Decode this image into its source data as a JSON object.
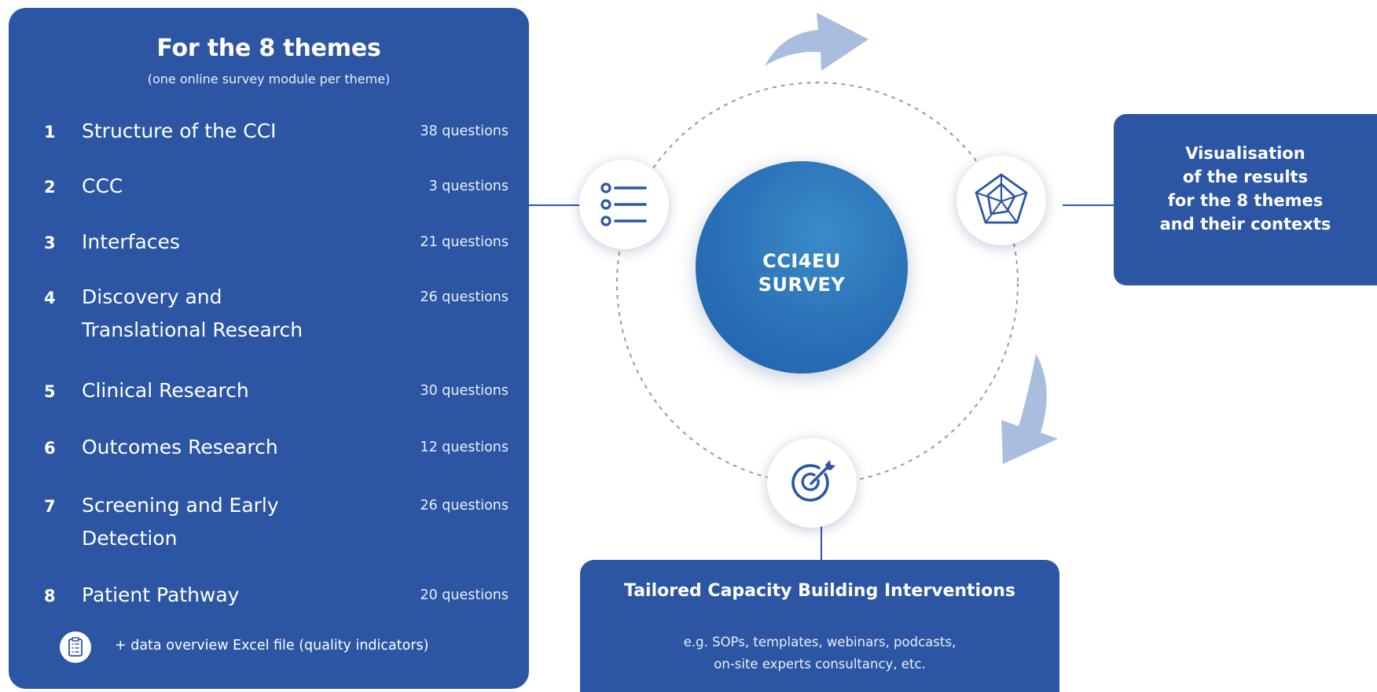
{
  "themes_panel": {
    "title": "For the 8 themes",
    "subtitle": "(one online survey module per theme)",
    "items": [
      {
        "number": "1",
        "label": "Structure of the CCI",
        "count": "38 questions"
      },
      {
        "number": "2",
        "label": "CCC",
        "count": "3 questions"
      },
      {
        "number": "3",
        "label": "Interfaces",
        "count": "21 questions"
      },
      {
        "number": "4",
        "label_line1": "Discovery and",
        "label_line2": "Translational Research",
        "count": "26 questions"
      },
      {
        "number": "5",
        "label": "Clinical Research",
        "count": "30 questions"
      },
      {
        "number": "6",
        "label": "Outcomes Research",
        "count": "12 questions"
      },
      {
        "number": "7",
        "label_line1": "Screening and Early",
        "label_line2": "Detection",
        "count": "26 questions"
      },
      {
        "number": "8",
        "label": "Patient Pathway",
        "count": "20 questions"
      }
    ],
    "footnote": "+ data overview Excel file (quality indicators)",
    "footnote_icon": "clipboard-icon"
  },
  "center": {
    "line1": "CCI4EU",
    "line2": "SURVEY"
  },
  "nodes": {
    "list_icon": "list-icon",
    "radar_icon": "radar-chart-icon",
    "target_icon": "target-icon"
  },
  "visualisation_box": {
    "lines": [
      "Visualisation",
      "of the results",
      "for the 8 themes",
      "and their contexts"
    ]
  },
  "interventions_box": {
    "title": "Tailored Capacity Building Interventions",
    "body_line1": "e.g. SOPs, templates, webinars, podcasts,",
    "body_line2": "on-site experts consultancy, etc."
  },
  "colors": {
    "primary_blue": "#2c56a3",
    "center_blue": "#2b72b8",
    "arrow_blue": "#a9bddf",
    "dashed_gray": "#9a9a9a"
  }
}
